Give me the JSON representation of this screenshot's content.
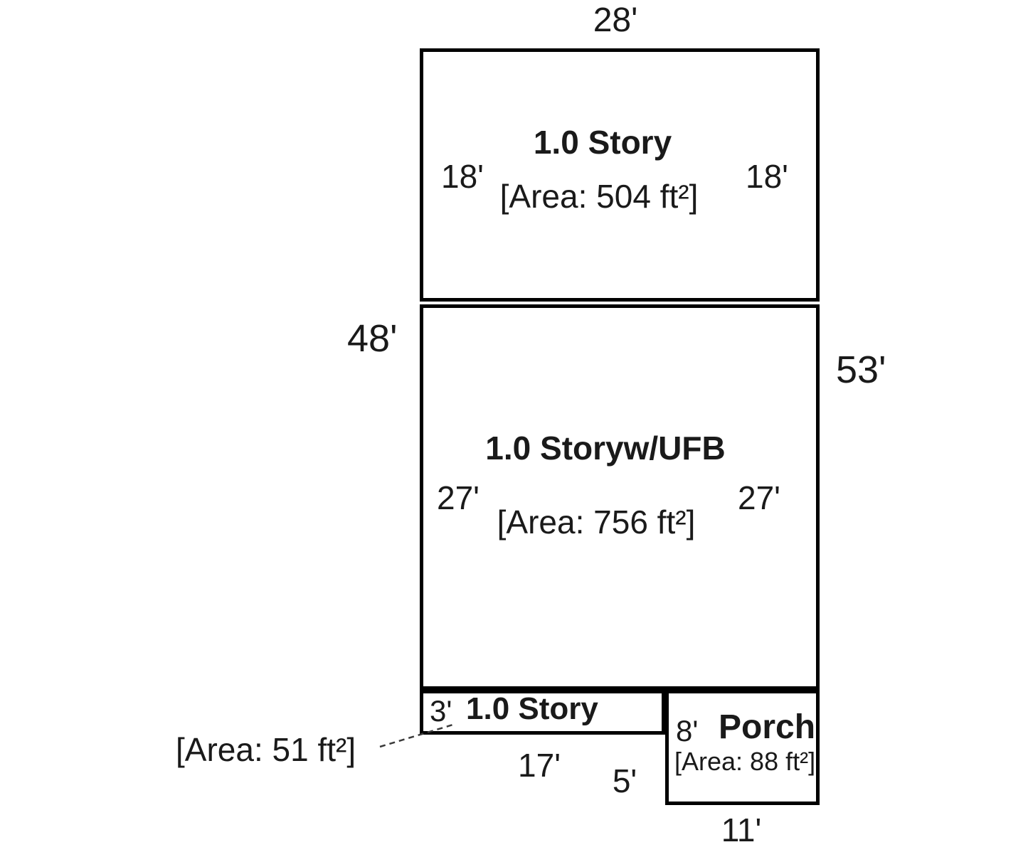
{
  "diagram": {
    "upper": {
      "width_label": "28'",
      "title": "1.0 Story",
      "area": "[Area: 504 ft²]",
      "left": "18'",
      "right": "18'"
    },
    "outer": {
      "left_total": "48'",
      "right_total": "53'"
    },
    "middle": {
      "title": "1.0 Storyw/UFB",
      "area": "[Area: 756 ft²]",
      "left": "27'",
      "right": "27'"
    },
    "addition": {
      "height": "3'",
      "title": "1.0 Story",
      "area": "[Area: 51 ft²]",
      "width": "17'"
    },
    "porch": {
      "side": "5'",
      "height": "8'",
      "title": "Porch",
      "area": "[Area: 88 ft²]",
      "width": "11'"
    },
    "colors": {
      "line": "#000000",
      "text": "#1a1a1a",
      "background": "#ffffff"
    }
  }
}
